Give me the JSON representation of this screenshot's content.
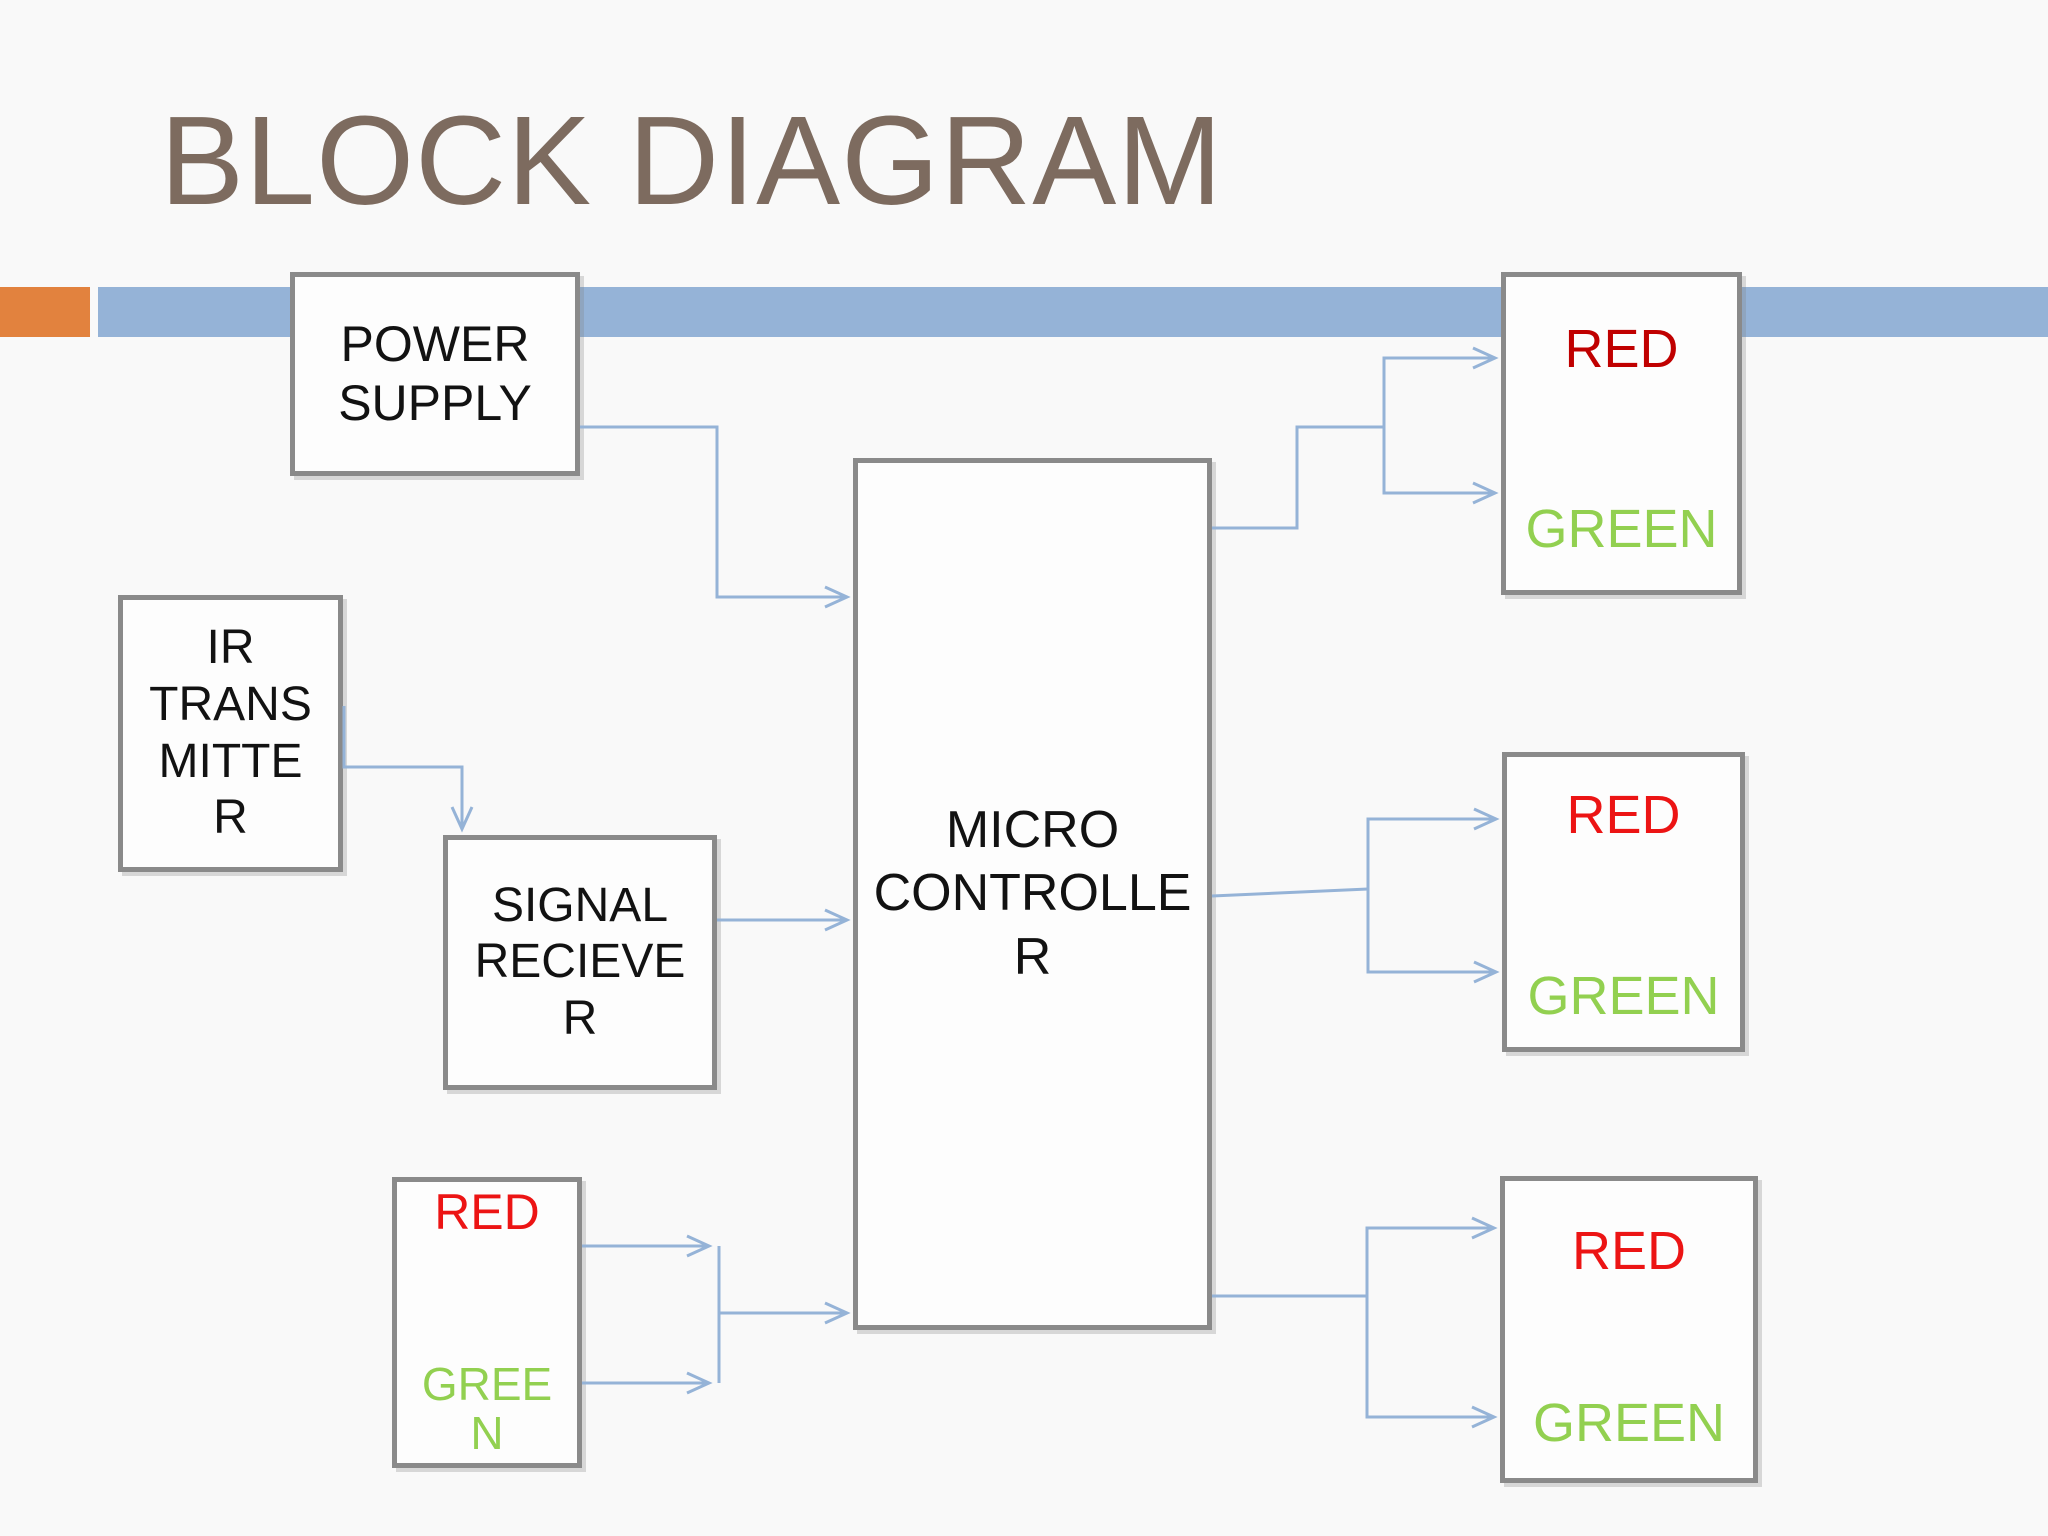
{
  "slide": {
    "title": "BLOCK DIAGRAM"
  },
  "colors": {
    "bg": "#f9f9f9",
    "box_bg": "#fdfdfd",
    "title": "#7d6b5f",
    "text": "#121212",
    "border": "#8a8a8a",
    "orange": "#e2823e",
    "blue_bar": "#95b3d7",
    "connector": "#95b3d7",
    "red_dark": "#c00000",
    "red_bright": "#ec1414",
    "green": "#92d050"
  },
  "nodes": {
    "power_supply": {
      "label": "POWER\nSUPPLY"
    },
    "ir_transmitter": {
      "label": "IR\nTRANS\nMITTE\nR"
    },
    "signal_receiver": {
      "label": "SIGNAL\nRECIEVE\nR"
    },
    "microcontroller": {
      "label": "MICRO\nCONTROLLE\nR"
    },
    "led_left": {
      "red": "RED",
      "green": "GREE\nN"
    },
    "led_top_right": {
      "red": "RED",
      "green": "GREEN"
    },
    "led_middle_right": {
      "red": "RED",
      "green": "GREEN"
    },
    "led_bottom_right": {
      "red": "RED",
      "green": "GREEN"
    }
  },
  "edges": [
    {
      "from": "POWER SUPPLY",
      "to": "MICRO CONTROLLER"
    },
    {
      "from": "IR TRANSMITTER",
      "to": "SIGNAL RECIEVER"
    },
    {
      "from": "SIGNAL RECIEVER",
      "to": "MICRO CONTROLLER"
    },
    {
      "from": "RED/GREEN left",
      "to": "MICRO CONTROLLER"
    },
    {
      "from": "MICRO CONTROLLER",
      "to": "RED/GREEN top right"
    },
    {
      "from": "MICRO CONTROLLER",
      "to": "RED/GREEN middle right"
    },
    {
      "from": "MICRO CONTROLLER",
      "to": "RED/GREEN bottom right"
    }
  ]
}
